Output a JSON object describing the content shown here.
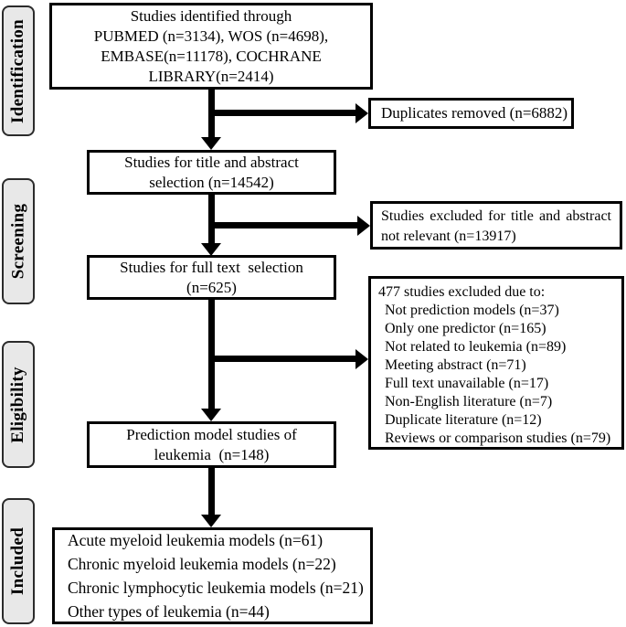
{
  "colors": {
    "box_border": "#000000",
    "stage_fill": "#e8e8e8",
    "stage_border": "#2b2b2b",
    "arrow": "#000000"
  },
  "stages": [
    {
      "label": "Identification"
    },
    {
      "label": "Screening"
    },
    {
      "label": "Eligibility"
    },
    {
      "label": "Included"
    }
  ],
  "boxes": {
    "identified": {
      "lines": [
        "Studies identified through",
        "PUBMED (n=3134), WOS (n=4698),",
        "EMBASE(n=11178), COCHRANE",
        "LIBRARY(n=2414)"
      ]
    },
    "duplicates_removed": {
      "text": "Duplicates removed (n=6882)"
    },
    "title_abstract_selection": {
      "lines": [
        "Studies for title and abstract",
        "selection (n=14542)"
      ]
    },
    "excluded_title_abstract": {
      "lines": [
        "Studies excluded for title and abstract",
        "not relevant (n=13917)"
      ]
    },
    "full_text_selection": {
      "lines": [
        "Studies for full text  selection",
        "(n=625)"
      ]
    },
    "excluded_full_text": {
      "heading": "477 studies excluded due to:",
      "reasons": [
        "Not prediction models (n=37)",
        "Only one predictor (n=165)",
        "Not related to leukemia (n=89)",
        "Meeting abstract (n=71)",
        "Full text unavailable (n=17)",
        "Non-English literature (n=7)",
        "Duplicate literature (n=12)",
        "Reviews or comparison studies (n=79)"
      ]
    },
    "prediction_models": {
      "lines": [
        "Prediction model studies of",
        "leukemia  (n=148)"
      ]
    },
    "included_models": {
      "lines": [
        "Acute myeloid leukemia models (n=61)",
        "Chronic myeloid leukemia models (n=22)",
        "Chronic lymphocytic leukemia models (n=21)",
        "Other types of leukemia (n=44)"
      ]
    }
  }
}
